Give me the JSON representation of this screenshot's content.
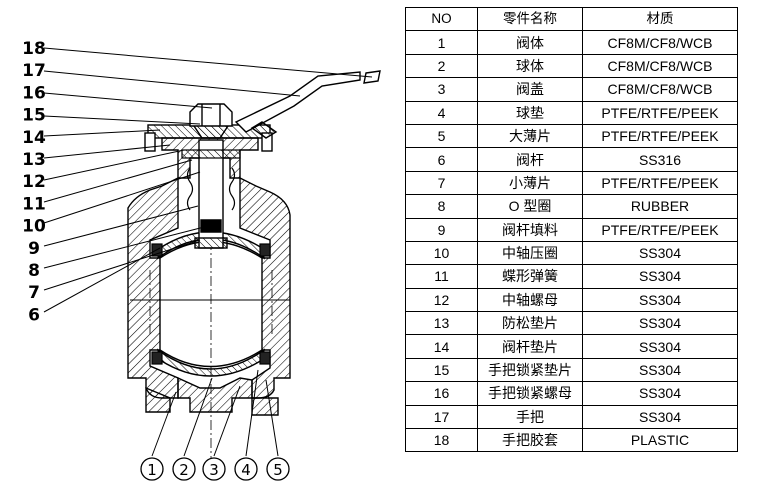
{
  "table": {
    "headers": [
      "NO",
      "零件名称",
      "材质"
    ],
    "rows": [
      {
        "no": "1",
        "name": "阀体",
        "material": "CF8M/CF8/WCB"
      },
      {
        "no": "2",
        "name": "球体",
        "material": "CF8M/CF8/WCB"
      },
      {
        "no": "3",
        "name": "阀盖",
        "material": "CF8M/CF8/WCB"
      },
      {
        "no": "4",
        "name": "球垫",
        "material": "PTFE/RTFE/PEEK"
      },
      {
        "no": "5",
        "name": "大薄片",
        "material": "PTFE/RTFE/PEEK"
      },
      {
        "no": "6",
        "name": "阀杆",
        "material": "SS316"
      },
      {
        "no": "7",
        "name": "小薄片",
        "material": "PTFE/RTFE/PEEK"
      },
      {
        "no": "8",
        "name": "O 型圈",
        "material": "RUBBER"
      },
      {
        "no": "9",
        "name": "阀杆填料",
        "material": "PTFE/RTFE/PEEK"
      },
      {
        "no": "10",
        "name": "中轴压圈",
        "material": "SS304"
      },
      {
        "no": "11",
        "name": "蝶形弹簧",
        "material": "SS304"
      },
      {
        "no": "12",
        "name": "中轴螺母",
        "material": "SS304"
      },
      {
        "no": "13",
        "name": "防松垫片",
        "material": "SS304"
      },
      {
        "no": "14",
        "name": "阀杆垫片",
        "material": "SS304"
      },
      {
        "no": "15",
        "name": "手把锁紧垫片",
        "material": "SS304"
      },
      {
        "no": "16",
        "name": "手把锁紧螺母",
        "material": "SS304"
      },
      {
        "no": "17",
        "name": "手把",
        "material": "SS304"
      },
      {
        "no": "18",
        "name": "手把胶套",
        "material": "PLASTIC"
      }
    ]
  },
  "drawing": {
    "left_callouts": [
      "18",
      "17",
      "16",
      "15",
      "14",
      "13",
      "12",
      "11",
      "10",
      "9",
      "8",
      "7",
      "6"
    ],
    "bottom_callouts": [
      "1",
      "2",
      "3",
      "4",
      "5"
    ]
  }
}
